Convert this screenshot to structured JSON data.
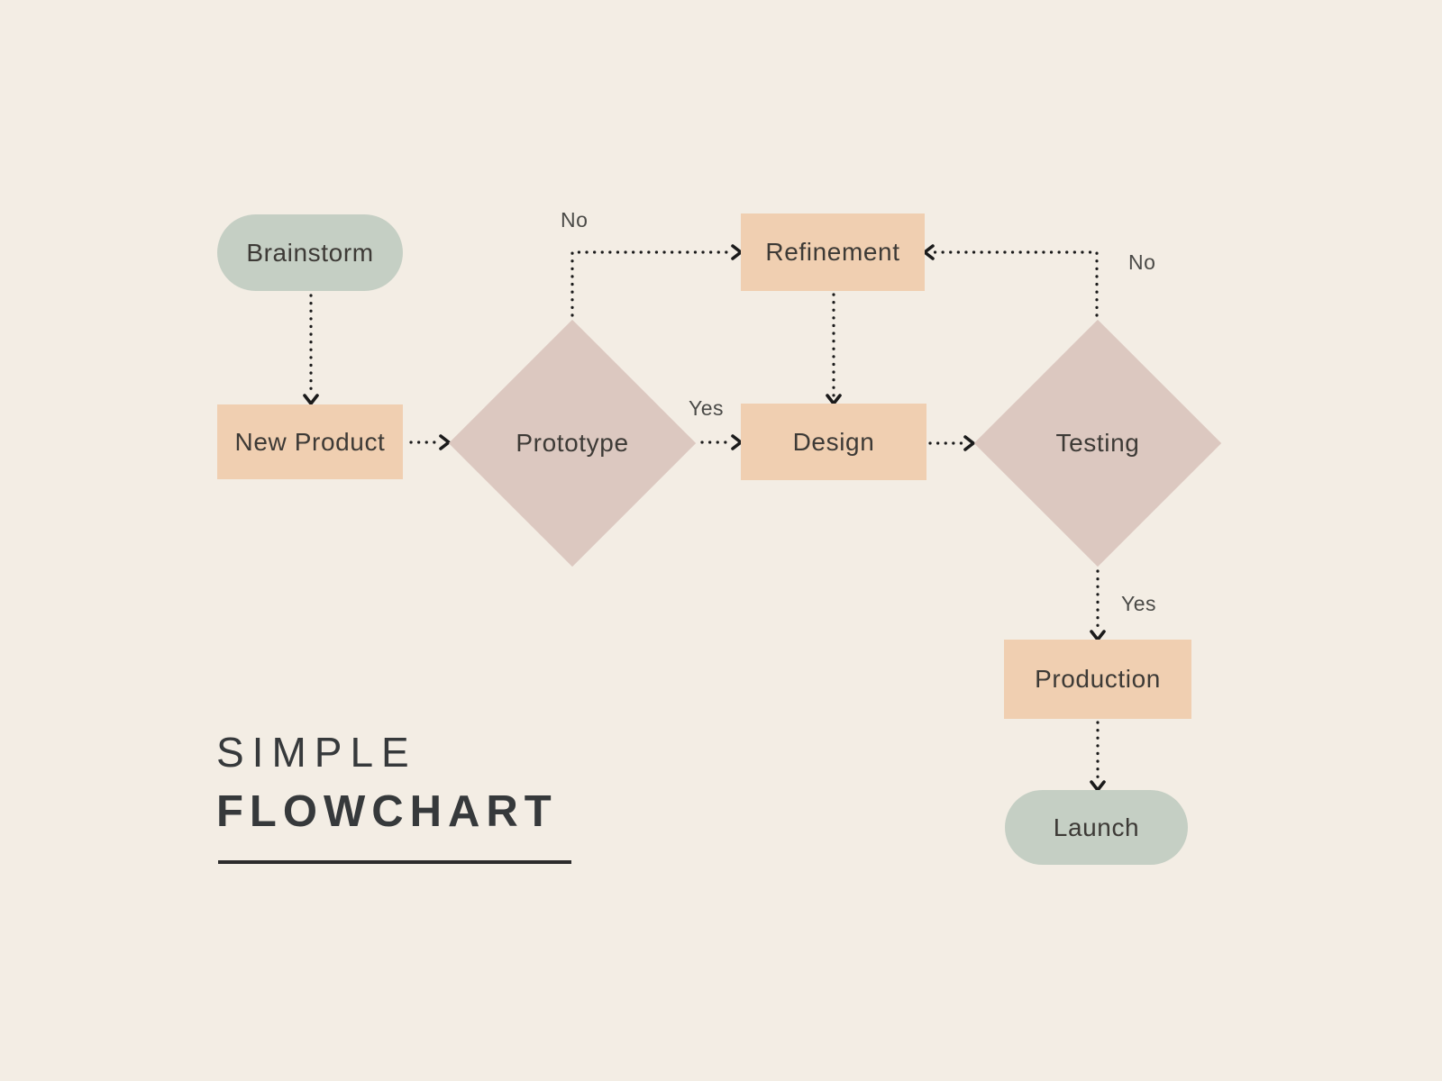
{
  "title": {
    "line1": "SIMPLE",
    "line2": "FLOWCHART"
  },
  "colors": {
    "bg": "#f3ede4",
    "pill": "#c5cfc4",
    "rect": "#f0cfb1",
    "diamond": "#dcc8c0",
    "node-text": "#3d3a36",
    "title-text": "#36393b",
    "arrow": "#1b1b1b",
    "label-text": "#4a4a47",
    "underline": "#2c2c2c"
  },
  "nodes": {
    "brainstorm": {
      "label": "Brainstorm",
      "shape": "terminator"
    },
    "new_product": {
      "label": "New Product",
      "shape": "process"
    },
    "prototype": {
      "label": "Prototype",
      "shape": "decision"
    },
    "refinement": {
      "label": "Refinement",
      "shape": "process"
    },
    "design": {
      "label": "Design",
      "shape": "process"
    },
    "testing": {
      "label": "Testing",
      "shape": "decision"
    },
    "production": {
      "label": "Production",
      "shape": "process"
    },
    "launch": {
      "label": "Launch",
      "shape": "terminator"
    }
  },
  "edge_labels": {
    "prototype_no": "No",
    "prototype_yes": "Yes",
    "testing_no": "No",
    "testing_yes": "Yes"
  }
}
